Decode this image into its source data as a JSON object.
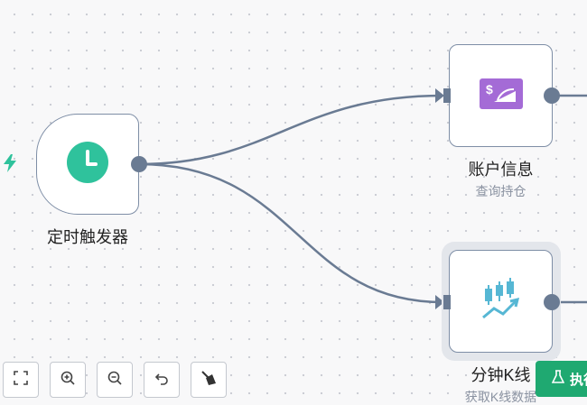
{
  "nodes": {
    "trigger": {
      "title": "定时触发器"
    },
    "account": {
      "title": "账户信息",
      "subtitle": "查询持仓"
    },
    "kline": {
      "title": "分钟K线",
      "subtitle": "获取K线数据"
    }
  },
  "toolbar": {
    "buttons": [
      "fit-view",
      "zoom-in",
      "zoom-out",
      "undo",
      "clear"
    ]
  },
  "run_button": {
    "label": "执行"
  },
  "colors": {
    "trigger_icon": "#2fc29c",
    "account_icon": "#a46bd6",
    "kline_icon": "#56b7d4",
    "edge": "#6a7b93",
    "run_button": "#1fa971"
  },
  "icons": {
    "trigger": "clock-icon",
    "account": "money-chart-icon",
    "kline": "candlestick-icon",
    "status": "lightning-icon"
  }
}
